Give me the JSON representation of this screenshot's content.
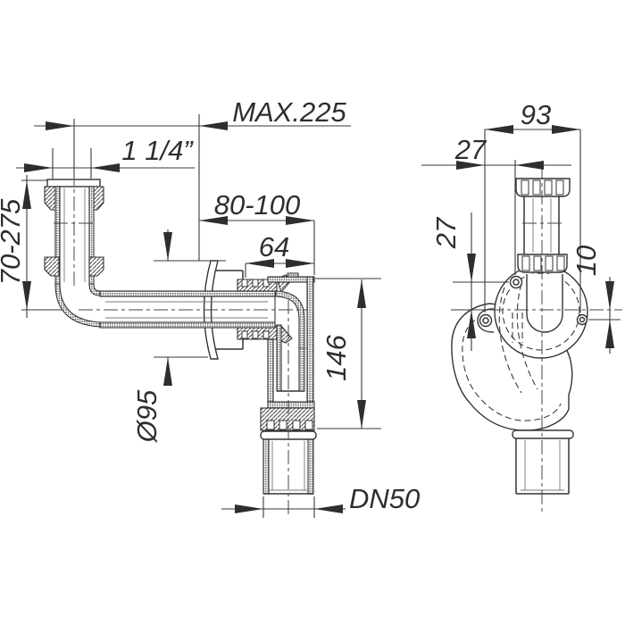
{
  "drawing": {
    "background": "#ffffff",
    "line_color": "#333333",
    "labels": {
      "max_width": "MAX.225",
      "inlet_thread": "1 1/4”",
      "wall_distance": "80-100",
      "body_width": "64",
      "inlet_height_range": "70-275",
      "rosette_diameter": "Ø95",
      "body_height": "146",
      "outlet_size": "DN50",
      "screw_span": "93",
      "screw_offset_horizontal": "27",
      "screw_offset_vertical": "27",
      "screw_offset_low": "10"
    }
  }
}
